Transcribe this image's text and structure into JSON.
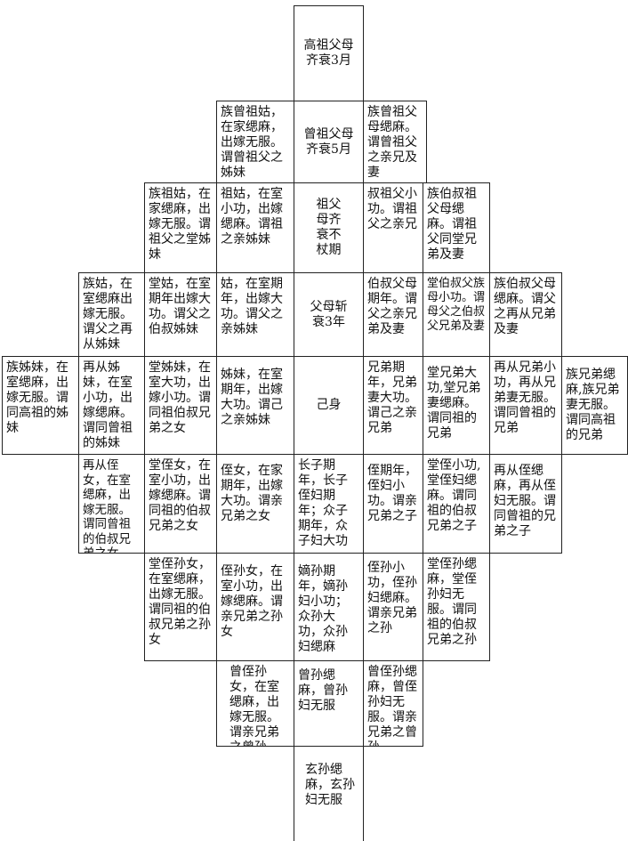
{
  "cells": {
    "c_gaozu": "高祖父母齐衰3月",
    "c_zuzenggu": "族曾祖姑，在家缌麻，出嫁无服。谓曾祖父之姊妹",
    "c_zengzu": "曾祖父母齐衰5月",
    "c_zuzengzufu": "族曾祖父母缌麻。谓曾祖父之亲兄及妻",
    "c_zuzugu": "族祖姑，在家缌麻，出嫁无服。谓祖父之堂姊妹",
    "c_zugu": "祖姑，在室小功，出嫁缌麻。谓祖之亲姊妹",
    "c_zufu": "祖父母齐衰不杖期",
    "c_shuzufu": "叔祖父小功。谓祖父之亲兄",
    "c_zubozufu": "族伯叔祖父母缌麻。谓祖父同堂兄弟及妻",
    "c_zugu2": "族姑，在室缌麻出嫁无服。谓父之再从姊妹",
    "c_tanggu": "堂姑，在室期年出嫁大功。谓父之伯叔姊妹",
    "c_gu": "姑，在室期年，出嫁大功。谓父之亲姊妹",
    "c_fumu": "父母斩衰3年",
    "c_bofu": "伯叔父母期年。谓父之亲兄弟及妻",
    "c_tangbofu": "堂伯叔父族母小功。谓母父之伯叔父兄弟及妻",
    "c_zubofu": "族伯叔父母缌麻。谓父之再从兄弟及妻",
    "c_zuzimei": "族姊妹，在室缌麻，出嫁无服。谓同高祖的姊妹",
    "c_zaicongzimei": "再从姊妹，在室小功，出嫁缌麻。谓同曾祖的姊妹",
    "c_tangzimei": "堂姊妹，在室大功，出嫁小功。谓同祖伯叔兄弟之女",
    "c_zimei": "姊妹，在室期年，出嫁大功。谓己之亲姊妹",
    "c_jishen": "己身",
    "c_xiongdi": "兄弟期年，兄弟妻大功。谓己之亲兄弟",
    "c_tangxiongdi": "堂兄弟大功,堂兄弟妻缌麻。谓同祖的兄弟",
    "c_zaicongxiongdi": "再从兄弟小功，再从兄弟妻无服。谓同曾祖的兄弟",
    "c_zuxiongdi": "族兄弟缌麻,族兄弟妻无服。谓同高祖的兄弟",
    "c_zaicongzhinv": "再从侄女，在室缌麻，出嫁无服。谓同曾祖的伯叔兄弟之女",
    "c_tangzhinv": "堂侄女，在室小功，出嫁缌麻。谓同祖的伯叔兄弟之女",
    "c_zhinv": "侄女，在家期年，出嫁大功。谓亲兄弟之女",
    "c_zhangzi": "长子期年，长子侄妇期年；众子期年，众子妇大功",
    "c_zhi": "侄期年，侄妇小功。谓亲兄弟之子",
    "c_tangzhi": "堂侄小功,堂侄妇缌麻。谓同祖的伯叔兄弟之子",
    "c_zaicongzhi": "再从侄缌麻，再从侄妇无服。谓同曾祖的兄弟之子",
    "c_tangzhisunnv": "堂侄孙女，在室缌麻，出嫁无服。谓同祖的伯叔兄弟之孙女",
    "c_zhisunnv": "侄孙女，在室小功，出嫁缌麻。谓亲兄弟之孙女",
    "c_disun": "嫡孙期年，嫡孙妇小功；众孙大功，众孙妇缌麻",
    "c_zhisun": "侄孙小功，侄孙妇缌麻。谓亲兄弟之孙",
    "c_tangzhisun": "堂侄孙缌麻，堂侄孙妇无服。谓同祖的伯叔兄弟之孙",
    "c_zengzhisunnv": "曾侄孙女，在室缌麻，出嫁无服。谓亲兄弟之曾孙",
    "c_zengsun": "曾孙缌麻，曾孙妇无服",
    "c_zengzhisun": "曾侄孙缌麻，曾侄孙妇无服。谓亲兄弟之曾孙",
    "c_xuansun": "玄孙缌麻，玄孙妇无服"
  }
}
